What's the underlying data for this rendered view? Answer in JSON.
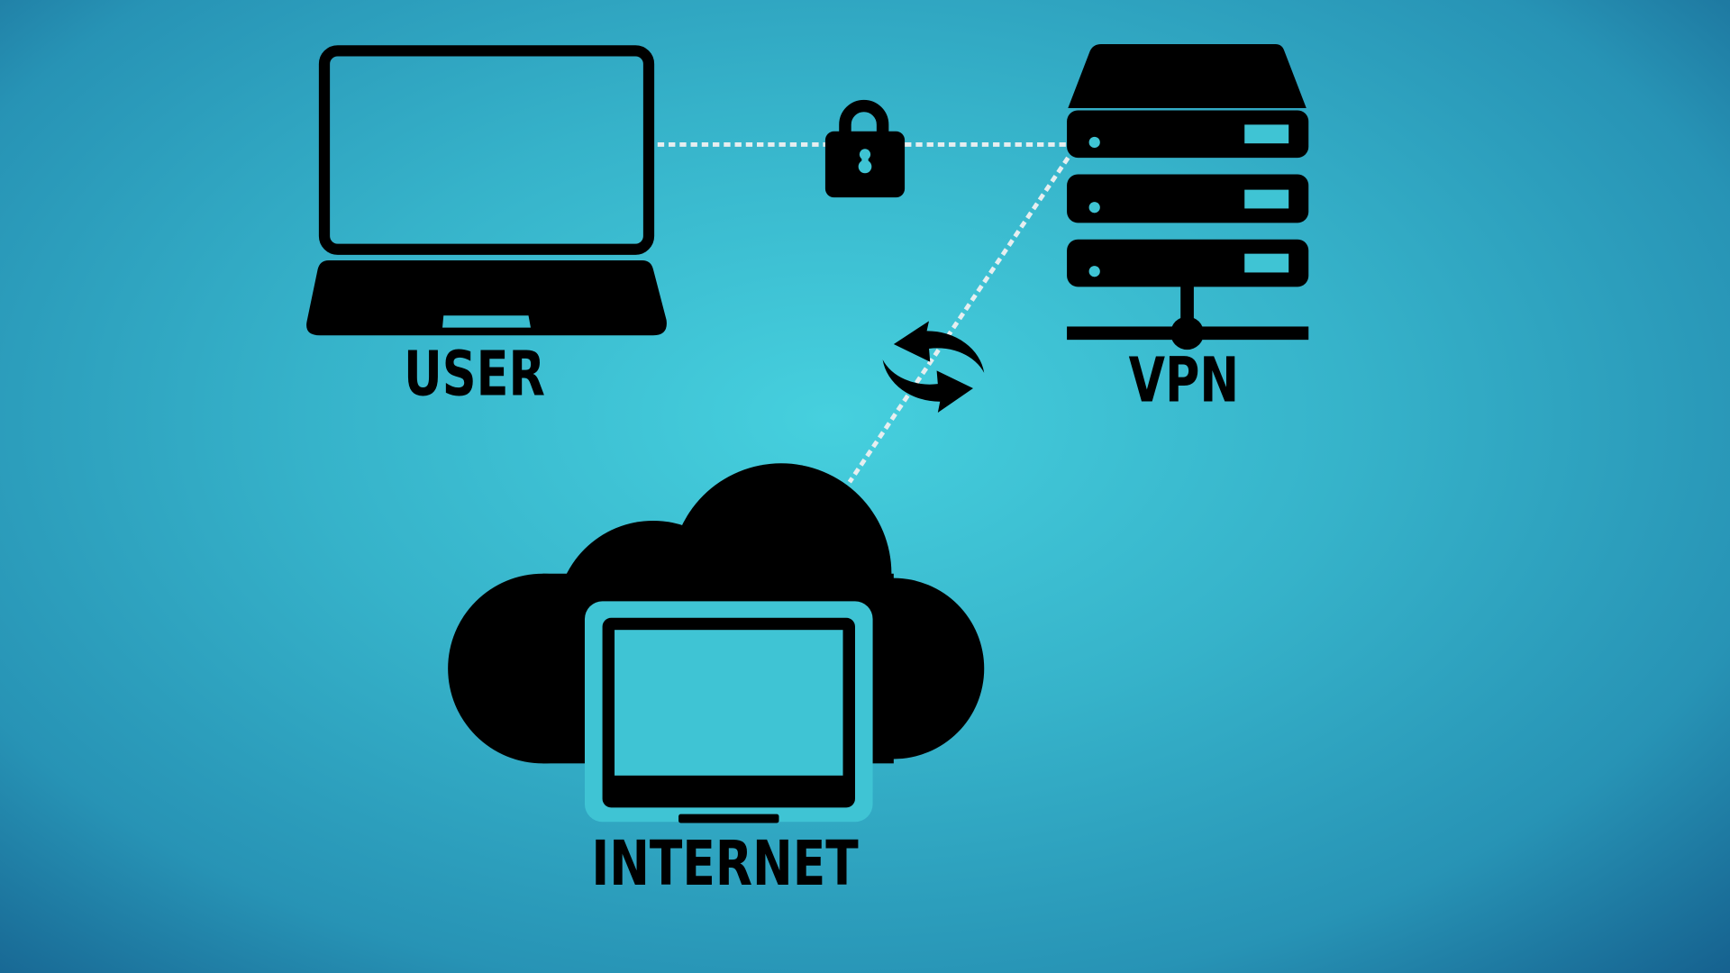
{
  "labels": {
    "user": "USER",
    "vpn": "VPN",
    "internet": "INTERNET"
  },
  "icons": [
    "laptop-icon",
    "lock-icon",
    "server-icon",
    "sync-icon",
    "cloud-monitor-icon"
  ],
  "colors": {
    "background_center": "#46d0de",
    "background_edge": "#15608e",
    "icon": "#000000",
    "connector": "#e6eef0"
  }
}
